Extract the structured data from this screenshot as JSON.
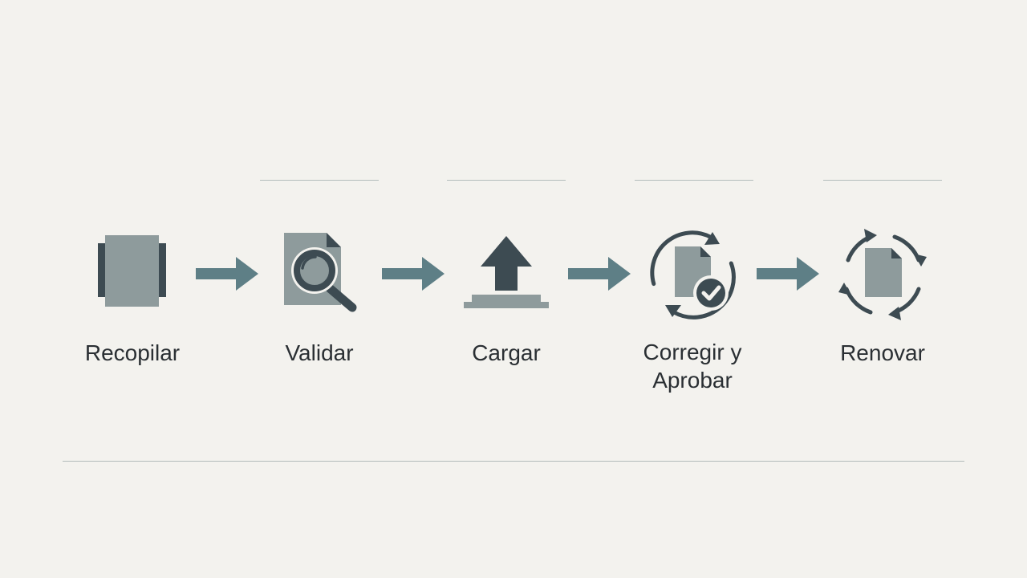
{
  "colors": {
    "background": "#f3f2ee",
    "icon_dark": "#3d4b52",
    "icon_light": "#8e9b9c",
    "arrow": "#5e7f86",
    "line": "#b3bcbb",
    "text": "#2a2f33"
  },
  "steps": [
    {
      "label": "Recopilar",
      "icon": "stacked-documents-icon"
    },
    {
      "label": "Validar",
      "icon": "document-magnifier-icon"
    },
    {
      "label": "Cargar",
      "icon": "upload-arrow-icon"
    },
    {
      "label": "Corregir y Aprobar",
      "icon": "document-cycle-check-icon"
    },
    {
      "label": "Renovar",
      "icon": "document-cycle-icon"
    }
  ]
}
